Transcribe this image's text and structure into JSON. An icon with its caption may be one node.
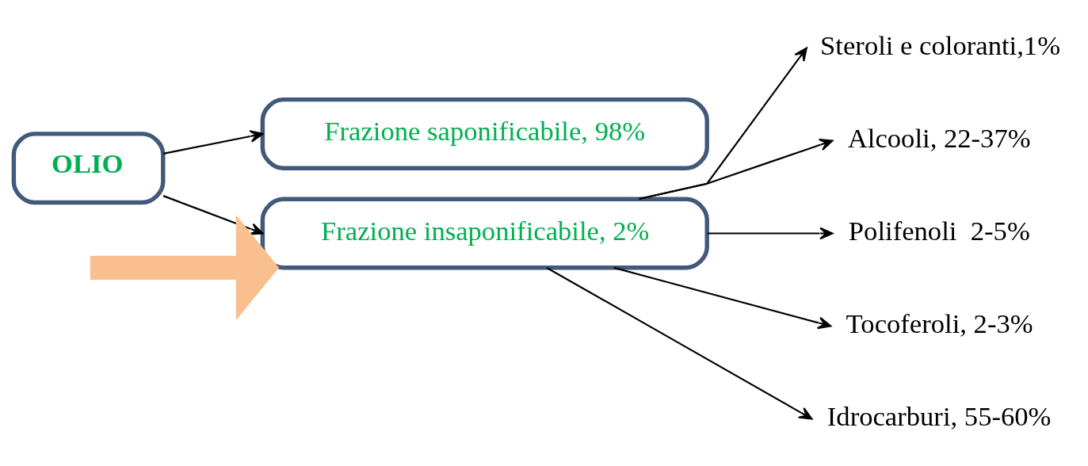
{
  "diagram": {
    "nodes": [
      {
        "text": [
          "OLIO"
        ]
      },
      {
        "text": [
          "Frazione saponificabile, 98%"
        ]
      },
      {
        "text": [
          "Frazione insaponificabile, 2%"
        ]
      },
      {
        "text": [
          "Steroli e coloranti,1%"
        ]
      },
      {
        "text": [
          "Alcooli, 22-37%"
        ]
      },
      {
        "text": [
          "Polifenoli  2-5%"
        ]
      },
      {
        "text": [
          "Tocoferoli, 2-3%"
        ]
      },
      {
        "text": [
          "Idrocarburi, 55-60%"
        ]
      }
    ],
    "edges": [
      {
        "from": 0,
        "to": 1,
        "arrow": "to"
      },
      {
        "from": 0,
        "to": 2,
        "arrow": "to"
      },
      {
        "from": 2,
        "to": 3,
        "arrow": "to"
      },
      {
        "from": 2,
        "to": 4,
        "arrow": "to"
      },
      {
        "from": 2,
        "to": 5,
        "arrow": "to"
      },
      {
        "from": 2,
        "to": 6,
        "arrow": "to"
      },
      {
        "from": 2,
        "to": 7,
        "arrow": "to"
      },
      {
        "from": null,
        "to": 2,
        "arrow": "to",
        "style": "thick",
        "color": "#f9bf8f"
      }
    ]
  }
}
